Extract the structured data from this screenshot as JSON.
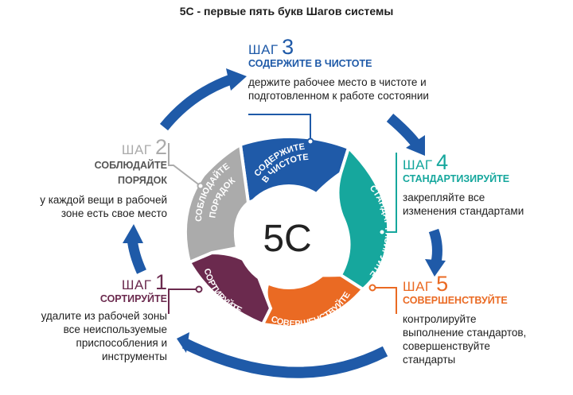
{
  "title": "5С - первые пять букв Шагов системы",
  "center_label": "5C",
  "steps": [
    {
      "word": "ШАГ",
      "number": "1",
      "name": "СОРТИРУЙТЕ",
      "segment_label": "СОРТИРУЙТЕ",
      "description": [
        "удалите из рабочей зоны",
        "все неиспользуемые",
        "приспособления и",
        "инструменты"
      ],
      "color": "#6b2a4e"
    },
    {
      "word": "ШАГ",
      "number": "2",
      "name": [
        "СОБЛЮДАЙТЕ",
        "ПОРЯДОК"
      ],
      "segment_label": [
        "СОБЛЮДАЙТЕ",
        "ПОРЯДОК"
      ],
      "description": [
        "у каждой вещи в рабочей",
        "зоне есть свое место"
      ],
      "color": "#ababab"
    },
    {
      "word": "ШАГ",
      "number": "3",
      "name": "СОДЕРЖИТЕ В ЧИСТОТЕ",
      "segment_label": [
        "СОДЕРЖИТЕ",
        "В ЧИСТОТЕ"
      ],
      "description": [
        "держите рабочее место в чистоте и",
        "подготовленном к работе состоянии"
      ],
      "color": "#1f5aa8"
    },
    {
      "word": "ШАГ",
      "number": "4",
      "name": "СТАНДАРТИЗИРУЙТЕ",
      "segment_label": "СТАНДАРТИЗИРУЙТЕ",
      "description": [
        "закрепляйте все",
        "изменения стандартами"
      ],
      "color": "#16a79d"
    },
    {
      "word": "ШАГ",
      "number": "5",
      "name": "СОВЕРШЕНСТВУЙТЕ",
      "segment_label": "СОВЕРШЕНСТВУЙТЕ",
      "description": [
        "контролируйте",
        "выполнение стандартов,",
        "совершенствуйте",
        "стандарты"
      ],
      "color": "#ea6a23"
    }
  ],
  "arrow_color": "#1f5aa8"
}
